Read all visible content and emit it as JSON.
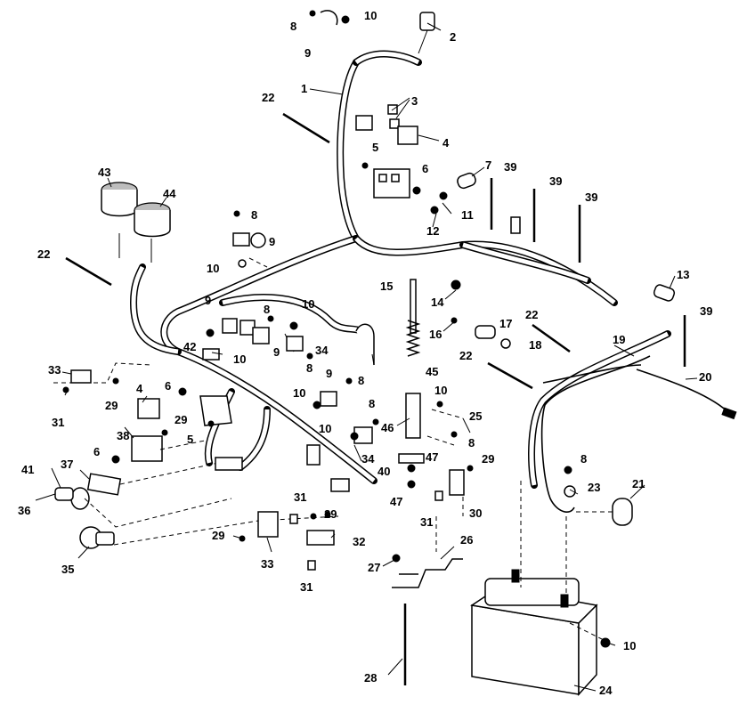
{
  "diagram": {
    "callouts": [
      "1",
      "2",
      "3",
      "4",
      "5",
      "6",
      "7",
      "8",
      "9",
      "10",
      "11",
      "12",
      "13",
      "14",
      "15",
      "16",
      "17",
      "18",
      "19",
      "20",
      "21",
      "22",
      "23",
      "24",
      "25",
      "26",
      "27",
      "28",
      "29",
      "30",
      "31",
      "32",
      "33",
      "34",
      "35",
      "36",
      "37",
      "38",
      "39",
      "40",
      "41",
      "42",
      "43",
      "44",
      "45",
      "46",
      "47"
    ]
  }
}
